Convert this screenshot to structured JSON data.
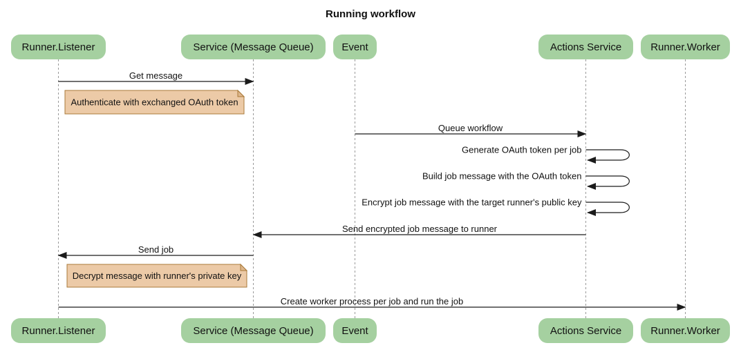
{
  "title": "Running workflow",
  "colors": {
    "participant_fill": "#a5d0a0",
    "note_fill": "#eccaa7",
    "note_fold": "#ddb68c",
    "note_border": "#aa7a39",
    "lifeline": "#999999",
    "arrow": "#1b1b1b"
  },
  "participants": [
    {
      "id": "runner-listener",
      "label": "Runner.Listener"
    },
    {
      "id": "service-message-queue",
      "label": "Service (Message Queue)"
    },
    {
      "id": "event",
      "label": "Event"
    },
    {
      "id": "actions-service",
      "label": "Actions Service"
    },
    {
      "id": "runner-worker",
      "label": "Runner.Worker"
    }
  ],
  "messages": [
    {
      "type": "arrow",
      "from": "runner-listener",
      "to": "service-message-queue",
      "label": "Get message"
    },
    {
      "type": "note",
      "over": "runner-listener",
      "label": "Authenticate with exchanged OAuth token"
    },
    {
      "type": "arrow",
      "from": "event",
      "to": "actions-service",
      "label": "Queue workflow"
    },
    {
      "type": "self",
      "on": "actions-service",
      "label": "Generate OAuth token per job"
    },
    {
      "type": "self",
      "on": "actions-service",
      "label": "Build job message with the OAuth token"
    },
    {
      "type": "self",
      "on": "actions-service",
      "label": "Encrypt job message with the target runner's public key"
    },
    {
      "type": "arrow",
      "from": "actions-service",
      "to": "service-message-queue",
      "label": "Send encrypted job message to runner"
    },
    {
      "type": "arrow",
      "from": "service-message-queue",
      "to": "runner-listener",
      "label": "Send job"
    },
    {
      "type": "note",
      "over": "runner-listener",
      "label": "Decrypt message with runner's private key"
    },
    {
      "type": "arrow",
      "from": "runner-listener",
      "to": "runner-worker",
      "label": "Create worker process per job and run the job"
    }
  ]
}
